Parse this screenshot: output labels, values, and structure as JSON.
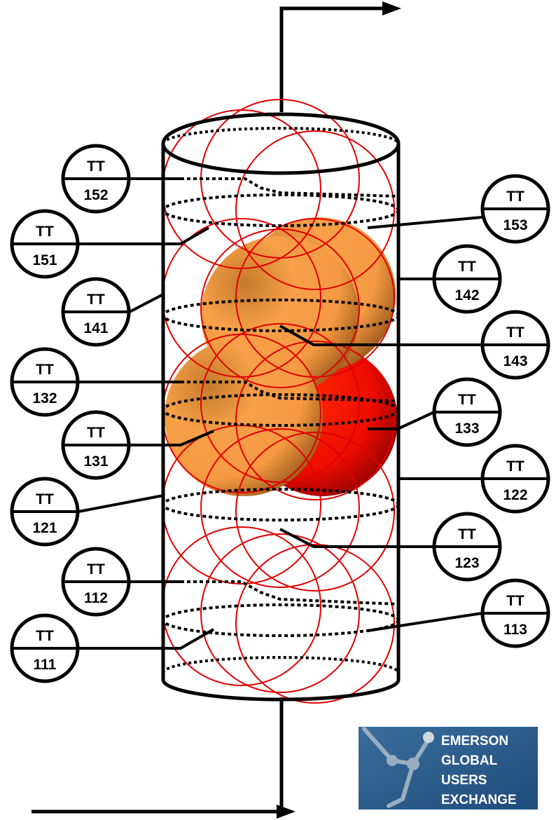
{
  "diagram": {
    "transmitters": [
      {
        "id": "tt-152",
        "label": "TT",
        "tag": "152"
      },
      {
        "id": "tt-151",
        "label": "TT",
        "tag": "151"
      },
      {
        "id": "tt-153",
        "label": "TT",
        "tag": "153"
      },
      {
        "id": "tt-141",
        "label": "TT",
        "tag": "141"
      },
      {
        "id": "tt-142",
        "label": "TT",
        "tag": "142"
      },
      {
        "id": "tt-143",
        "label": "TT",
        "tag": "143"
      },
      {
        "id": "tt-132",
        "label": "TT",
        "tag": "132"
      },
      {
        "id": "tt-133",
        "label": "TT",
        "tag": "133"
      },
      {
        "id": "tt-131",
        "label": "TT",
        "tag": "131"
      },
      {
        "id": "tt-121",
        "label": "TT",
        "tag": "121"
      },
      {
        "id": "tt-122",
        "label": "TT",
        "tag": "122"
      },
      {
        "id": "tt-123",
        "label": "TT",
        "tag": "123"
      },
      {
        "id": "tt-112",
        "label": "TT",
        "tag": "112"
      },
      {
        "id": "tt-113",
        "label": "TT",
        "tag": "113"
      },
      {
        "id": "tt-111",
        "label": "TT",
        "tag": "111"
      }
    ],
    "colors": {
      "line": "#000000",
      "zone_circle": "#e00000",
      "hot_orange": "#f5a04a",
      "hot_red": "#ff1a00",
      "logo_bg": "#2a5d8f"
    }
  },
  "logo": {
    "lines": [
      "EMERSON",
      "GLOBAL",
      "USERS",
      "EXCHANGE"
    ]
  }
}
